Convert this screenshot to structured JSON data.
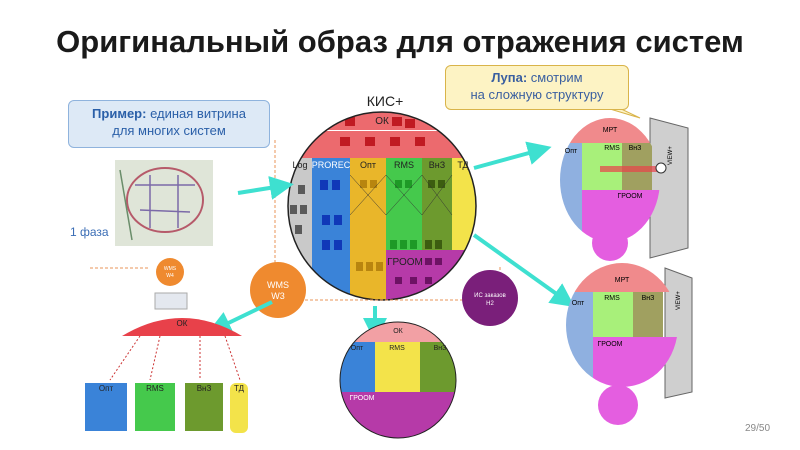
{
  "title": "Оригинальный образ для отражения систем",
  "callout_example": {
    "bold": "Пример:",
    "text1": " единая витрина",
    "text2": "для многих систем"
  },
  "callout_loupe": {
    "bold": "Лупа:",
    "text1": " смотрим",
    "text2": "на сложную структуру"
  },
  "phase_label": "1 фаза",
  "main_circle": {
    "title": "КИС+",
    "top": "ОК",
    "columns": [
      "Log",
      "PROREC",
      "Опт",
      "RMS",
      "ВнЗ",
      "ТД"
    ],
    "bottom": "ГРООМ"
  },
  "wms_w3": {
    "line1": "WMS",
    "line2": "W3"
  },
  "orders_circle": {
    "line1": "ИС заказов",
    "line2": "Н2"
  },
  "left_diagram": {
    "wms": {
      "line1": "WMS",
      "line2": "W4"
    },
    "top": "ОК",
    "columns": [
      "Опт",
      "RMS",
      "ВнЗ",
      "ТД"
    ]
  },
  "center_diagram": {
    "top": "ОК",
    "columns": [
      "Опт",
      "RMS",
      "ВнЗ"
    ],
    "bottom": "ГРООМ"
  },
  "right_top": {
    "top": "МРТ",
    "columns": [
      "Опт",
      "RMS",
      "ВнЗ"
    ],
    "bottom": "ГРООМ",
    "side": "VIEW+"
  },
  "right_bottom": {
    "top": "МРТ",
    "columns": [
      "Опт",
      "RMS",
      "ВнЗ"
    ],
    "bottom": "ГРООМ",
    "side": "VIEW+"
  },
  "colors": {
    "accent_arrow": "#3ee0d0",
    "ok_red": "#e8414a",
    "wms_orange": "#ef8a2f",
    "groom_magenta": "#c23fb8"
  },
  "page_number": "29/50"
}
